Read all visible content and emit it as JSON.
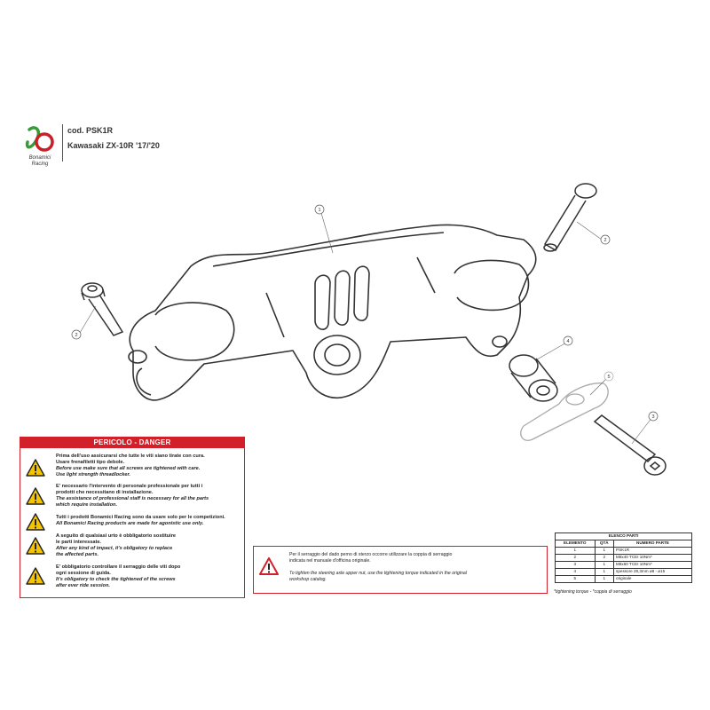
{
  "header": {
    "brand_line1": "Bonamici",
    "brand_line2": "Racing",
    "code": "cod. PSK1R",
    "model": "Kawasaki ZX-10R '17/'20"
  },
  "callouts": [
    "1",
    "2",
    "2",
    "3",
    "4",
    "5"
  ],
  "danger": {
    "title": "PERICOLO - DANGER",
    "lines": [
      {
        "text": "Prima dell'uso assicurarsi che tutte le viti siano tirate con cura.",
        "style": "b"
      },
      {
        "text": "Usare frenafiletti tipo debole.",
        "style": "b"
      },
      {
        "text": "Before use make sure that all screws are tightened with care.",
        "style": "i"
      },
      {
        "text": "Use light strength threadlocker.",
        "style": "i"
      },
      {
        "text": "E' necessario l'intervento di personale professionale per tutti i",
        "style": "b"
      },
      {
        "text": "prodotti che necessitano di installazione.",
        "style": "b"
      },
      {
        "text": "The assistance of professional staff is necessary for all the parts",
        "style": "i"
      },
      {
        "text": "which require installation.",
        "style": "i"
      },
      {
        "text": "Tutti i prodotti Bonamici Racing sono da usare solo per le competizioni.",
        "style": "b"
      },
      {
        "text": "All Bonamici Racing products are made for agonistic use only.",
        "style": "i"
      },
      {
        "text": "A seguito di qualsiasi urto è obbligatorio sostituire",
        "style": "b"
      },
      {
        "text": "le parti interessate.",
        "style": "b"
      },
      {
        "text": "After any kind of impact, it's obligatory to replace",
        "style": "i"
      },
      {
        "text": "the affected parts.",
        "style": "i"
      },
      {
        "text": "E' obbligatorio controllare il serraggio delle viti dopo",
        "style": "b"
      },
      {
        "text": "ogni sessione di guida.",
        "style": "b"
      },
      {
        "text": "It's obligatory to check the tightened of the screws",
        "style": "i"
      },
      {
        "text": "after ever ride session.",
        "style": "i"
      }
    ]
  },
  "torque_note": {
    "lines": [
      {
        "text": "Per il serraggio del dado perno di sterzo occorre utilizzare la coppia di serraggio",
        "style": "n"
      },
      {
        "text": "indicata nel manuale d'officina originale.",
        "style": "n"
      },
      {
        "text": "To tighten the steering axle upper nut, use the tightening torque indicated in the original",
        "style": "i"
      },
      {
        "text": "workshop catalog.",
        "style": "i"
      }
    ]
  },
  "parts_list": {
    "title": "ELENCO PARTI",
    "columns": [
      "ELEMENTO",
      "QTÀ",
      "NUMERO PARTE"
    ],
    "rows": [
      [
        "1",
        "1",
        "PSK1R"
      ],
      [
        "2",
        "2",
        "M8x40 TCEI 10Nm*"
      ],
      [
        "3",
        "1",
        "M8x60 TCEI 10Nm*"
      ],
      [
        "4",
        "1",
        "spessore 28,3mm ø8 - ø15"
      ],
      [
        "5",
        "1",
        "originale"
      ]
    ],
    "footnote": "*tightening torque - *coppia di serraggio"
  },
  "colors": {
    "danger_red": "#d2202a",
    "logo_green": "#3a9a3a",
    "logo_red": "#c8202a"
  }
}
